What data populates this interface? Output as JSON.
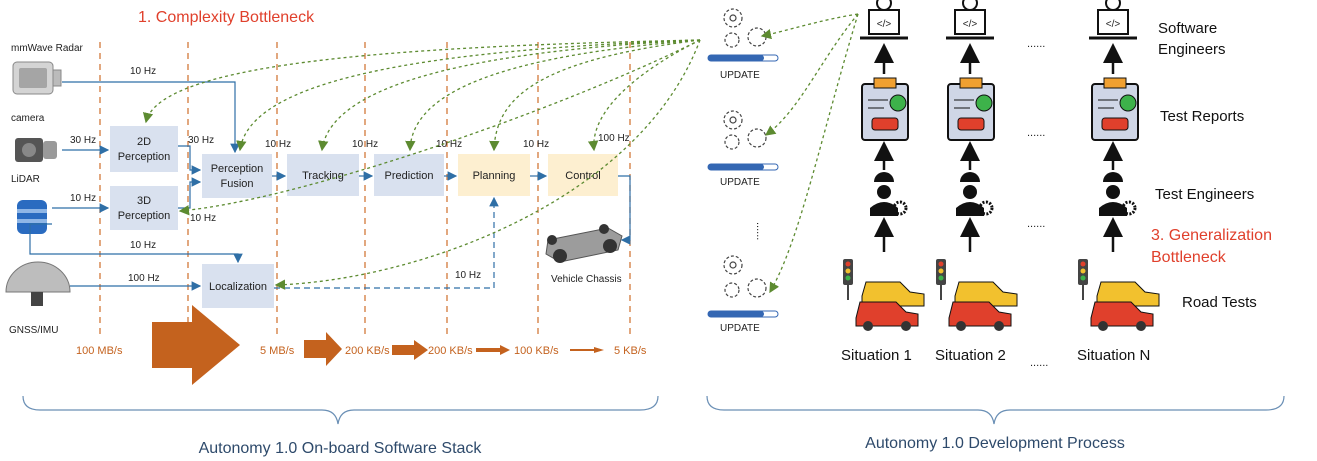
{
  "left_panel": {
    "bottleneck_title": "1. Complexity Bottleneck",
    "sensors": {
      "radar": "mmWave Radar",
      "camera": "camera",
      "lidar": "LiDAR",
      "gnss": "GNSS/IMU"
    },
    "modules": {
      "perception_2d": [
        "2D",
        "Perception"
      ],
      "perception_3d": [
        "3D",
        "Perception"
      ],
      "fusion": [
        "Perception",
        "Fusion"
      ],
      "tracking": "Tracking",
      "prediction": "Prediction",
      "planning": "Planning",
      "control": "Control",
      "localization": "Localization",
      "chassis": "Vehicle Chassis"
    },
    "rates": {
      "radar": "10 Hz",
      "camera": "30 Hz",
      "lidar": "10 Hz",
      "lidar_loc": "10 Hz",
      "gnss": "100 Hz",
      "p2d_out": "30 Hz",
      "p3d_out": "10 Hz",
      "fusion_out": "10 Hz",
      "tracking_out": "10 Hz",
      "prediction_out": "10 Hz",
      "planning_out": "10 Hz",
      "control_out": "100 Hz",
      "loc_out": "10 Hz"
    },
    "bandwidth": [
      "100 MB/s",
      "5 MB/s",
      "200 KB/s",
      "200 KB/s",
      "100 KB/s",
      "5 KB/s"
    ],
    "caption": "Autonomy 1.0 On-board Software Stack"
  },
  "right_panel": {
    "update_label": "UPDATE",
    "rows": {
      "engineers": [
        "Software",
        "Engineers"
      ],
      "reports": "Test Reports",
      "test_engineers": "Test Engineers",
      "road_tests": "Road Tests"
    },
    "bottleneck_title": [
      "3. Generalization",
      "Bottleneck"
    ],
    "ellipsis": "......",
    "situations": [
      "Situation 1",
      "Situation 2",
      "Situation N"
    ],
    "caption": "Autonomy 1.0 Development Process"
  },
  "colors": {
    "module_fill": "#d9e1ef",
    "planning_fill": "#fdefd0",
    "bottleneck_red": "#e0402c",
    "bandwidth_orange": "#c4621e",
    "feedback_green": "#5d8b31",
    "flow_blue": "#2f6fa6"
  }
}
